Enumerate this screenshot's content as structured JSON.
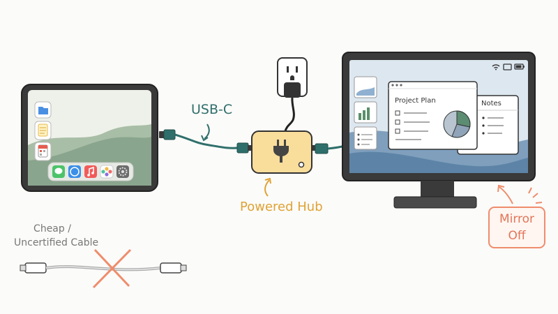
{
  "labels": {
    "usb_c": "USB-C",
    "powered_hub": "Powered Hub",
    "cheap_cable_line1": "Cheap /",
    "cheap_cable_line2": "Uncertified Cable",
    "mirror_line1": "Mirror",
    "mirror_line2": "Off"
  },
  "monitor": {
    "window_main_title": "Project Plan",
    "window_notes_title": "Notes",
    "status_icons": [
      "wifi-icon",
      "screen-mirror-icon",
      "battery-icon"
    ]
  },
  "tablet": {
    "side_apps": [
      "files-icon",
      "notes-app-icon",
      "calendar-icon"
    ],
    "dock_apps": [
      "messages-icon",
      "safari-icon",
      "music-icon",
      "photos-icon",
      "settings-icon"
    ]
  },
  "colors": {
    "cable": "#2f6f6b",
    "hub": "#f9dd9b",
    "hub_label": "#e0a235",
    "warning": "#ef8c6c",
    "outline": "#333333"
  }
}
